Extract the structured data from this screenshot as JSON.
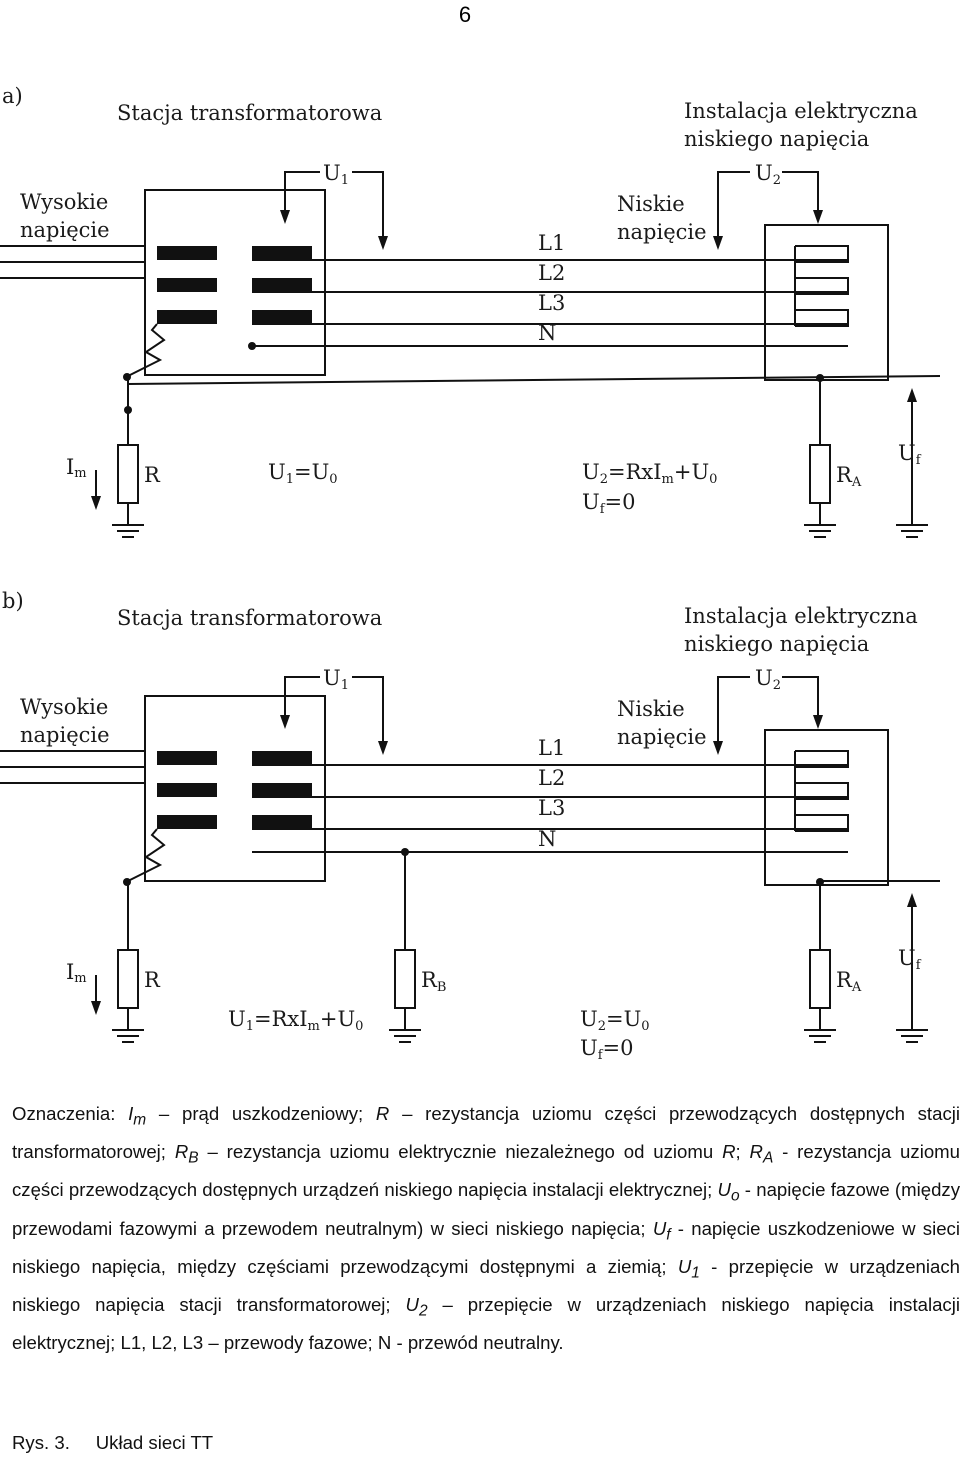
{
  "page_number": "6",
  "diagram_a": {
    "panel_label": "a)",
    "station_title": "Stacja transformatorowa",
    "install_title_1": "Instalacja elektryczna",
    "install_title_2": "niskiego napięcia",
    "high_voltage_1": "Wysokie",
    "high_voltage_2": "napięcie",
    "low_voltage_1": "Niskie",
    "low_voltage_2": "napięcie",
    "u1": "U",
    "u1_sub": "1",
    "u2": "U",
    "u2_sub": "2",
    "line_l1": "L1",
    "line_l2": "L2",
    "line_l3": "L3",
    "line_n": "N",
    "im": "I",
    "im_sub": "m",
    "r": "R",
    "ra": "R",
    "ra_sub": "A",
    "uf": "U",
    "uf_sub": "f",
    "eq1_a": "U",
    "eq1_sub1": "1",
    "eq1_b": "=U",
    "eq1_sub2": "0",
    "eq2_a": "U",
    "eq2_sub1": "2",
    "eq2_b": "=RxI",
    "eq2_sub2": "m",
    "eq2_c": "+U",
    "eq2_sub3": "0",
    "eq3_a": "U",
    "eq3_sub1": "f",
    "eq3_b": "=0"
  },
  "diagram_b": {
    "panel_label": "b)",
    "station_title": "Stacja transformatorowa",
    "install_title_1": "Instalacja elektryczna",
    "install_title_2": "niskiego napięcia",
    "high_voltage_1": "Wysokie",
    "high_voltage_2": "napięcie",
    "low_voltage_1": "Niskie",
    "low_voltage_2": "napięcie",
    "u1": "U",
    "u1_sub": "1",
    "u2": "U",
    "u2_sub": "2",
    "line_l1": "L1",
    "line_l2": "L2",
    "line_l3": "L3",
    "line_n": "N",
    "im": "I",
    "im_sub": "m",
    "r": "R",
    "rb": "R",
    "rb_sub": "B",
    "ra": "R",
    "ra_sub": "A",
    "uf": "U",
    "uf_sub": "f",
    "eq1_a": "U",
    "eq1_sub1": "1",
    "eq1_b": "=RxI",
    "eq1_sub2": "m",
    "eq1_c": "+U",
    "eq1_sub3": "0",
    "eq2_a": "U",
    "eq2_sub1": "2",
    "eq2_b": "=U",
    "eq2_sub2": "0",
    "eq3_a": "U",
    "eq3_sub1": "f",
    "eq3_b": "=0"
  },
  "caption": {
    "t01": "Oznaczenia: ",
    "t02": "I",
    "t03": "m",
    "t04": " – prąd uszkodzeniowy; ",
    "t05": "R",
    "t06": " – rezystancja uziomu części przewodzących dostępnych stacji transformatorowej; ",
    "t07": "R",
    "t08": "B",
    "t09": " – rezystancja uziomu elektrycznie niezależnego od uziomu ",
    "t10": "R",
    "t11": "; ",
    "t12": "R",
    "t13": "A",
    "t14": " - rezystancja uziomu części przewodzących dostępnych urządzeń niskiego napięcia instalacji elektrycznej; ",
    "t15": "U",
    "t16": "o",
    "t17": " - napięcie fazowe (między przewodami fazowymi a przewodem neutralnym) w sieci niskiego napięcia; ",
    "t18": "U",
    "t19": "f",
    "t20": " - napięcie uszkodzeniowe w sieci niskiego napięcia, między częściami przewodzącymi dostępnymi a ziemią; ",
    "t21": "U",
    "t22": "1",
    "t23": " - przepięcie w urządzeniach niskiego napięcia stacji transformatorowej; ",
    "t24": "U",
    "t25": "2",
    "t26": " – przepięcie w urządzeniach niskiego napięcia instalacji elektrycznej; L1, L2, L3 – przewody fazowe; N - przewód neutralny."
  },
  "figure": {
    "number": "Rys. 3.",
    "title": "Układ sieci TT"
  }
}
